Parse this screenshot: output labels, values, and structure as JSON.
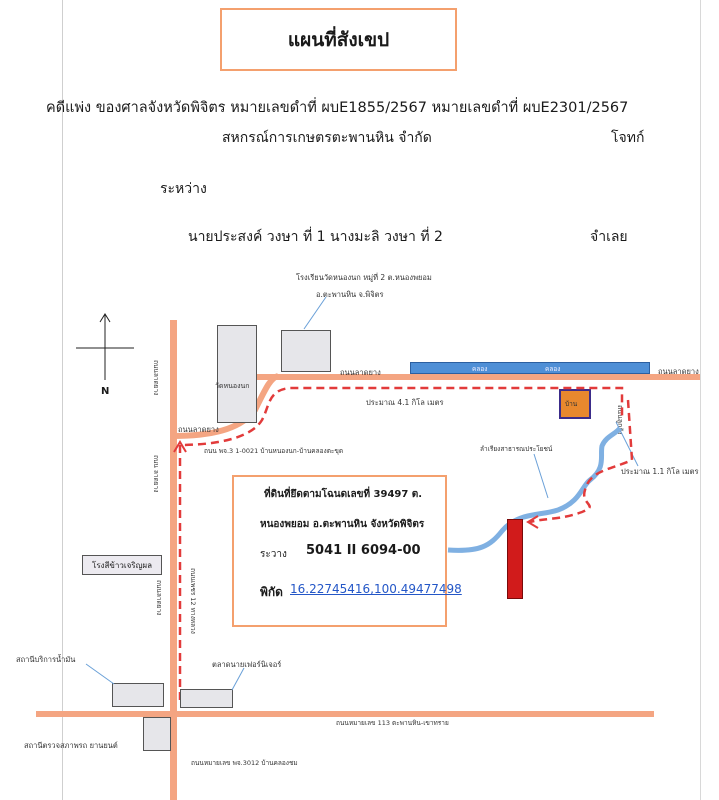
{
  "header": {
    "title": "แผนที่สังเขป",
    "case_line": "คดีแพ่ง   ของศาลจังหวัดพิจิตร  หมายเลขดำที่ ผบE1855/2567   หมายเลขดำที่ ผบE2301/2567",
    "plaintiff": "สหกรณ์การเกษตรตะพานหิน จำกัด",
    "plaintiff_role": "โจทก์",
    "between": "ระหว่าง",
    "defendants": "นายประสงค์ วงษา  ที่ 1   นางมะลิ วงษา  ที่ 2",
    "defendant_role": "จำเลย"
  },
  "map": {
    "north": "N",
    "school": "โรงเรียนวัดหนองนก  หมู่ที่ 2 ต.หนองพยอม",
    "school_sub": "อ.ตะพานหิน จ.พิจิตร",
    "temple": "วัดหนองนก",
    "road_lat_yang_left": "ถนนลาดยาง",
    "road_lat_yang_top": "ถนนลาดยาง",
    "road_lat_yang_right": "ถนนลาดยาง",
    "road_route": "ถนน พจ.3 1-0021  บ้านหนองนก-บ้านคลองตะขุด",
    "canal_label": "คลอง",
    "canal_label2": "คลอง",
    "house": "บ้าน",
    "road_dirt": "ถนนลูกรัง",
    "dist_main": "ประมาณ   4.1  กิโล เมตร",
    "dist_side": "ประมาณ  1.1  กิโล เมตร",
    "public_canal": "ลำเรียงสาธารณประโยชน์",
    "left_road_1": "ถนนลาดยาง",
    "left_road_2": "ถนน ลาดยาง",
    "left_road_3": "ถนนลาดยาง",
    "mid_road": "ถนนเพชร 12   ทางหลวง",
    "rice_mill": "โรงสีข้าวเจริญผล",
    "gas_station": "สถานีบริการน้ำมัน",
    "market": "ตลาดนายเฟอร์นิเจอร์",
    "bottom_road": "ถนนหมายเลข 113  ตะพานหิน-เขาทราย",
    "police": "สถานีตรวจสภาพรถ ยานยนต์",
    "bottom_road2": "ถนนหมายเลข พจ.3012  บ้านคลองชม"
  },
  "info": {
    "line1": "ที่ดินที่ยึดตามโฉนดเลขที่  39497  ต.",
    "line2": "หนองพยอม  อ.ตะพานหิน จังหวัดพิจิตร",
    "zone_prefix": "ระวาง",
    "zone": "5041 II 6094-00",
    "coord_prefix": "พิกัด",
    "coord": "16.22745416,100.49477498"
  },
  "colors": {
    "road": "#f4a582",
    "canal": "#4f8fd6",
    "route": "#e23b3b",
    "target_plot": "#d11b1b",
    "box_border": "#f4a06e",
    "house": "#e8882e"
  }
}
